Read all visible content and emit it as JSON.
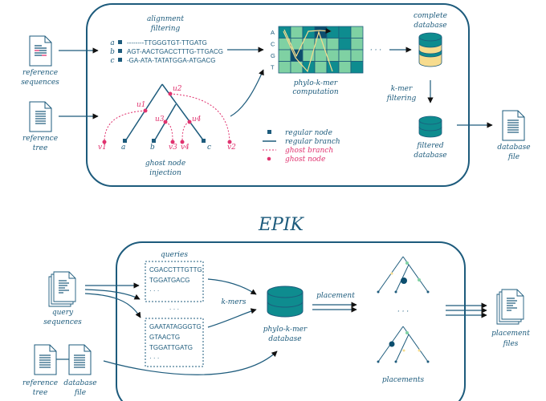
{
  "colors": {
    "primary": "#1d5b7c",
    "ghost": "#e0336f",
    "teal": "#0e8c8f",
    "light_green": "#7fd1a3",
    "dark_teal": "#0c4e6e",
    "yellow": "#f7dc8e",
    "arrow": "#111111"
  },
  "top": {
    "inputs": {
      "reference_sequences": [
        "reference",
        "sequences"
      ],
      "reference_tree": [
        "reference",
        "tree"
      ]
    },
    "alignment": {
      "title": [
        "alignment",
        "filtering"
      ],
      "rows": [
        {
          "label": "a",
          "seq": "--------TTGGGTGT-TTGATG"
        },
        {
          "label": "b",
          "seq": "AGT-AACTGACCTTTG-TTGACG"
        },
        {
          "label": "c",
          "seq": "-GA-ATA-TATATGGA-ATGACG"
        }
      ]
    },
    "phylo_kmer": {
      "title": [
        "phylo-k-mer",
        "computation"
      ],
      "row_labels": [
        "A",
        "C",
        "G",
        "T"
      ]
    },
    "complete_db": [
      "complete",
      "database"
    ],
    "kmer_filtering": [
      "k-mer",
      "filtering"
    ],
    "filtered_db": [
      "filtered",
      "database"
    ],
    "database_file": [
      "database",
      "file"
    ],
    "ghost": {
      "title": [
        "ghost node",
        "injection"
      ],
      "leaves": [
        "a",
        "b",
        "c"
      ],
      "ghost_leaves": [
        "v1",
        "v2",
        "v3",
        "v4"
      ],
      "ghost_inner": [
        "u1",
        "u2",
        "u3",
        "u4"
      ]
    },
    "legend": [
      {
        "symbol": "square",
        "label": "regular node",
        "kind": "regular"
      },
      {
        "symbol": "line",
        "label": "regular branch",
        "kind": "regular"
      },
      {
        "symbol": "dotted",
        "label": "ghost branch",
        "kind": "ghost"
      },
      {
        "symbol": "dot",
        "label": "ghost node",
        "kind": "ghost"
      }
    ],
    "dots": "· · ·"
  },
  "epik": {
    "title": "EPIK",
    "query_sequences": [
      "query",
      "sequences"
    ],
    "queries_title": "queries",
    "query_box_1": [
      "CGACCTTTGTTG",
      "TGGATGACG",
      "· · ·"
    ],
    "query_box_2": [
      "GAATATAGGGTG",
      "GTAACTG",
      "TGGATTGATG",
      "· · ·"
    ],
    "between_dots": "· · ·",
    "kmers": "k-mers",
    "phylo_db": [
      "phylo-k-mer",
      "database"
    ],
    "placement": "placement",
    "placements": "placements",
    "placement_dots": "· · ·",
    "placement_files": [
      "placement",
      "files"
    ],
    "reference_tree": [
      "reference",
      "tree"
    ],
    "database_file": [
      "database",
      "file"
    ]
  }
}
